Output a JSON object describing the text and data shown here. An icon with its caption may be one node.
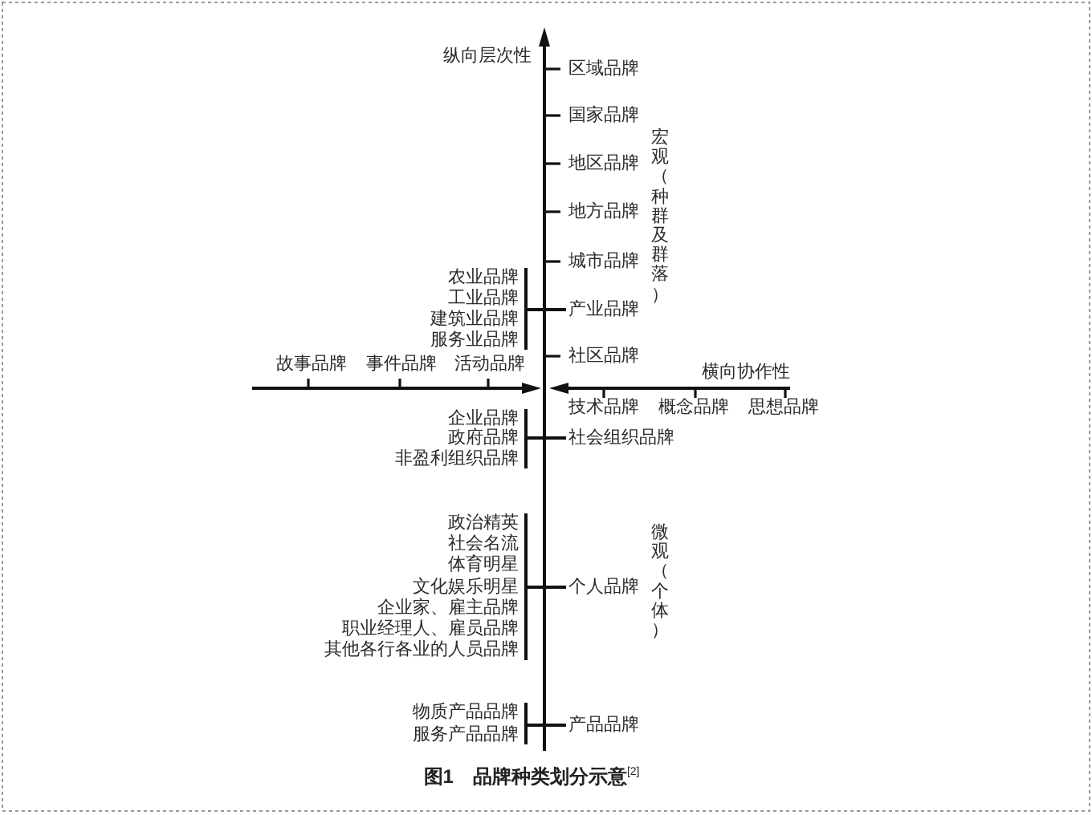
{
  "diagram": {
    "caption": "图1　品牌种类划分示意$^{[2]}$",
    "nodes": [
      {
        "text": [
          "农业品牌"
        ]
      },
      {
        "text": [
          "工业品牌"
        ]
      },
      {
        "text": [
          "建筑业品牌"
        ]
      },
      {
        "text": [
          "服务业品牌"
        ]
      },
      {
        "text": [
          "产业品牌"
        ]
      },
      {
        "text": [
          "企业品牌"
        ]
      },
      {
        "text": [
          "政府品牌"
        ]
      },
      {
        "text": [
          "非盈利组织品牌"
        ]
      },
      {
        "text": [
          "社会组织品牌"
        ]
      },
      {
        "text": [
          "政治精英"
        ]
      },
      {
        "text": [
          "社会名流"
        ]
      },
      {
        "text": [
          "体育明星"
        ]
      },
      {
        "text": [
          "文化娱乐明星"
        ]
      },
      {
        "text": [
          "企业家、雇主品牌"
        ]
      },
      {
        "text": [
          "职业经理人、雇员品牌"
        ]
      },
      {
        "text": [
          "其他各行各业的人员品牌"
        ]
      },
      {
        "text": [
          "个人品牌"
        ]
      },
      {
        "text": [
          "物质产品品牌"
        ]
      },
      {
        "text": [
          "服务产品品牌"
        ]
      },
      {
        "text": [
          "产品品牌"
        ]
      }
    ],
    "edges": [
      {
        "from": 0,
        "to": 4,
        "arrow": "none"
      },
      {
        "from": 1,
        "to": 4,
        "arrow": "none"
      },
      {
        "from": 2,
        "to": 4,
        "arrow": "none"
      },
      {
        "from": 3,
        "to": 4,
        "arrow": "none"
      },
      {
        "from": 5,
        "to": 8,
        "arrow": "none"
      },
      {
        "from": 6,
        "to": 8,
        "arrow": "none"
      },
      {
        "from": 7,
        "to": 8,
        "arrow": "none"
      },
      {
        "from": 9,
        "to": 16,
        "arrow": "none"
      },
      {
        "from": 10,
        "to": 16,
        "arrow": "none"
      },
      {
        "from": 11,
        "to": 16,
        "arrow": "none"
      },
      {
        "from": 12,
        "to": 16,
        "arrow": "none"
      },
      {
        "from": 13,
        "to": 16,
        "arrow": "none"
      },
      {
        "from": 14,
        "to": 16,
        "arrow": "none"
      },
      {
        "from": 15,
        "to": 16,
        "arrow": "none"
      },
      {
        "from": 17,
        "to": 19,
        "arrow": "none"
      },
      {
        "from": 18,
        "to": 19,
        "arrow": "none"
      }
    ],
    "labels": [
      "纵向层次性",
      "区域品牌",
      "国家品牌",
      "地区品牌",
      "地方品牌",
      "城市品牌",
      "社区品牌",
      "宏观（种群及群落）",
      "故事品牌",
      "事件品牌",
      "活动品牌",
      "横向协作性",
      "技术品牌",
      "概念品牌",
      "思想品牌",
      "微观（个体）"
    ]
  }
}
